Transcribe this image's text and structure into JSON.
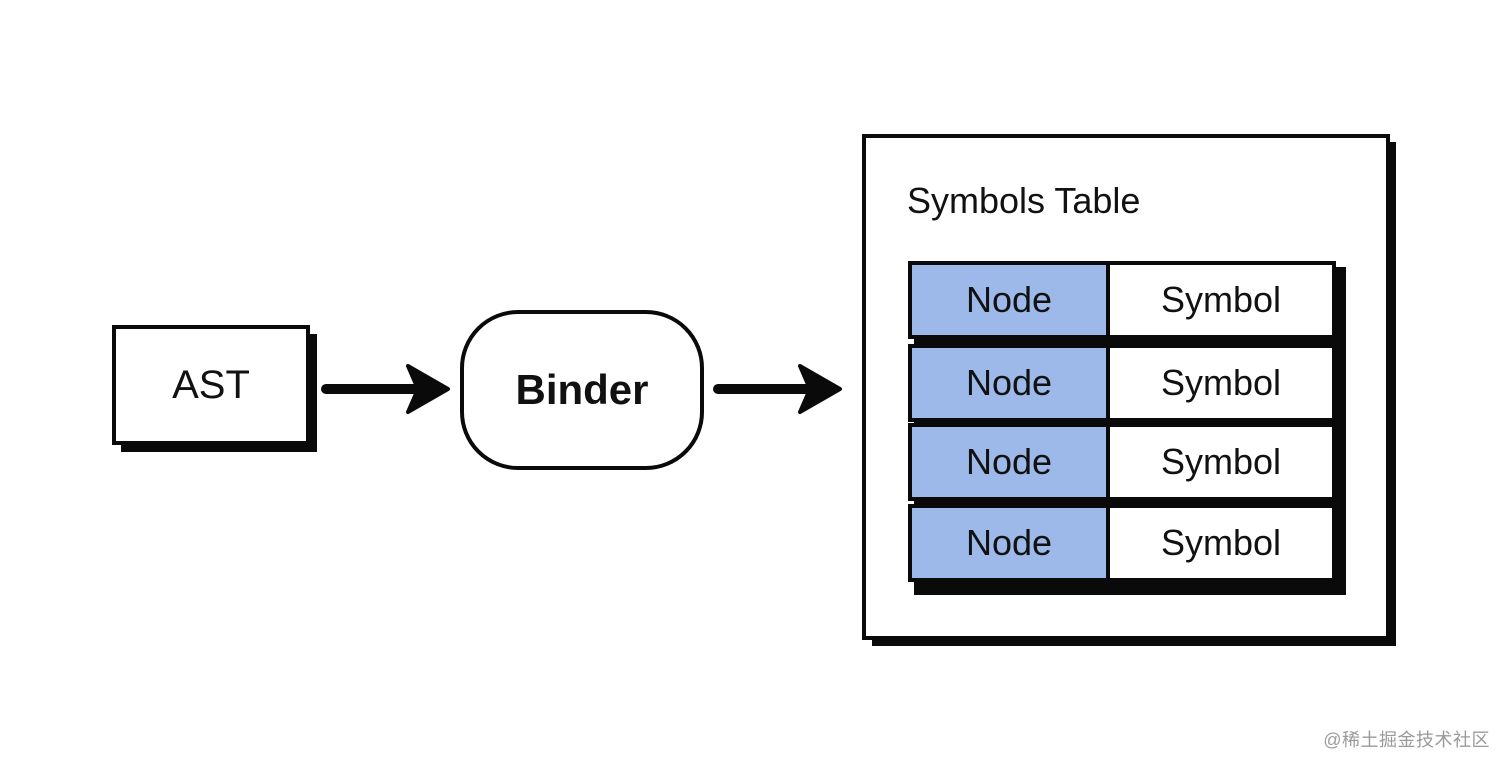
{
  "ast": {
    "label": "AST"
  },
  "binder": {
    "label": "Binder"
  },
  "symbols_table": {
    "title": "Symbols Table",
    "rows": [
      {
        "node": "Node",
        "symbol": "Symbol"
      },
      {
        "node": "Node",
        "symbol": "Symbol"
      },
      {
        "node": "Node",
        "symbol": "Symbol"
      },
      {
        "node": "Node",
        "symbol": "Symbol"
      }
    ]
  },
  "watermark": "@稀土掘金技术社区",
  "colors": {
    "ink": "#0a0a0a",
    "node_fill": "#9db9e9",
    "background": "#ffffff"
  }
}
